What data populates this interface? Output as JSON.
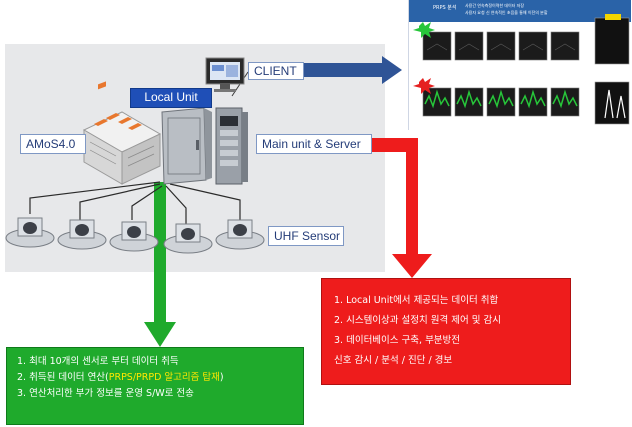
{
  "labels": {
    "client": "CLIENT",
    "local_unit": "Local Unit",
    "amos": "AMoS4.0",
    "main_unit": "Main unit & Server",
    "uhf_sensor": "UHF Sensor"
  },
  "screen": {
    "title": "PRPS 분석",
    "desc_line1": "사용간 연속측정이력한 데이터 저장",
    "desc_line2": "사용자 요청 신 연속적인 초음을 통해 이전의 분할"
  },
  "green_box": {
    "line1": "1. 최대 10개의 센서로 부터 데이터 취득",
    "line2_prefix": "2. 취득된 데이터 연산(",
    "line2_highlight": "PRPS/PRPD 알고리즘 탑재",
    "line2_suffix": ")",
    "line3": "3. 연산처리한 부가 정보를 운영 S/W로 전송"
  },
  "red_box": {
    "line1": "1. Local Unit에서 제공되는 데이터 취합",
    "line2": "2. 시스템이상과 설정치 원격 제어 및 감시",
    "line3": "3. 데이터베이스 구축, 부분방전",
    "line4": "신호 감시 / 분석 / 진단 / 경보"
  },
  "colors": {
    "panel": "#e7e8ea",
    "client_arrow": "#2f5496",
    "green": "#1faa2c",
    "red": "#ee1c1c",
    "highlight": "#ffe800",
    "local_unit": "#1f4fb7"
  },
  "icons": [
    "monitor-icon",
    "control-cabinet-icon",
    "server-rack-icon",
    "amos-device-icon",
    "uhf-sensor-icon",
    "starburst-icon"
  ]
}
